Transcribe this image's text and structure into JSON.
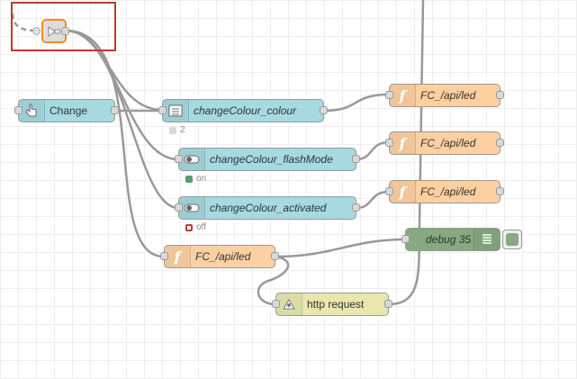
{
  "nodes": {
    "link_in": {
      "label": ""
    },
    "change": {
      "label": "Change"
    },
    "colour": {
      "label": "changeColour_colour",
      "status": "2"
    },
    "flash": {
      "label": "changeColour_flashMode",
      "status": "on"
    },
    "activated": {
      "label": "changeColour_activated",
      "status": "off"
    },
    "fc1": {
      "label": "FC_/api/led"
    },
    "fc2": {
      "label": "FC_/api/led"
    },
    "fc3": {
      "label": "FC_/api/led"
    },
    "fc4": {
      "label": "FC_/api/led"
    },
    "debug": {
      "label": "debug 35"
    },
    "http": {
      "label": "http request"
    }
  },
  "colors": {
    "function": "#fdd0a2",
    "dashboard": "#a6d9e0",
    "debug": "#87a980",
    "http": "#e7e7ae",
    "wire": "#999999",
    "selection": "#c0392b",
    "status_on": "#5a9e6f",
    "status_off": "#c0392b"
  },
  "icons": {
    "link_in": "link-in-icon",
    "change": "hand-pointer-icon",
    "colour": "list-icon",
    "flash": "toggle-icon",
    "activated": "toggle-icon",
    "function": "function-icon",
    "debug": "debug-list-icon",
    "http": "http-request-icon"
  }
}
